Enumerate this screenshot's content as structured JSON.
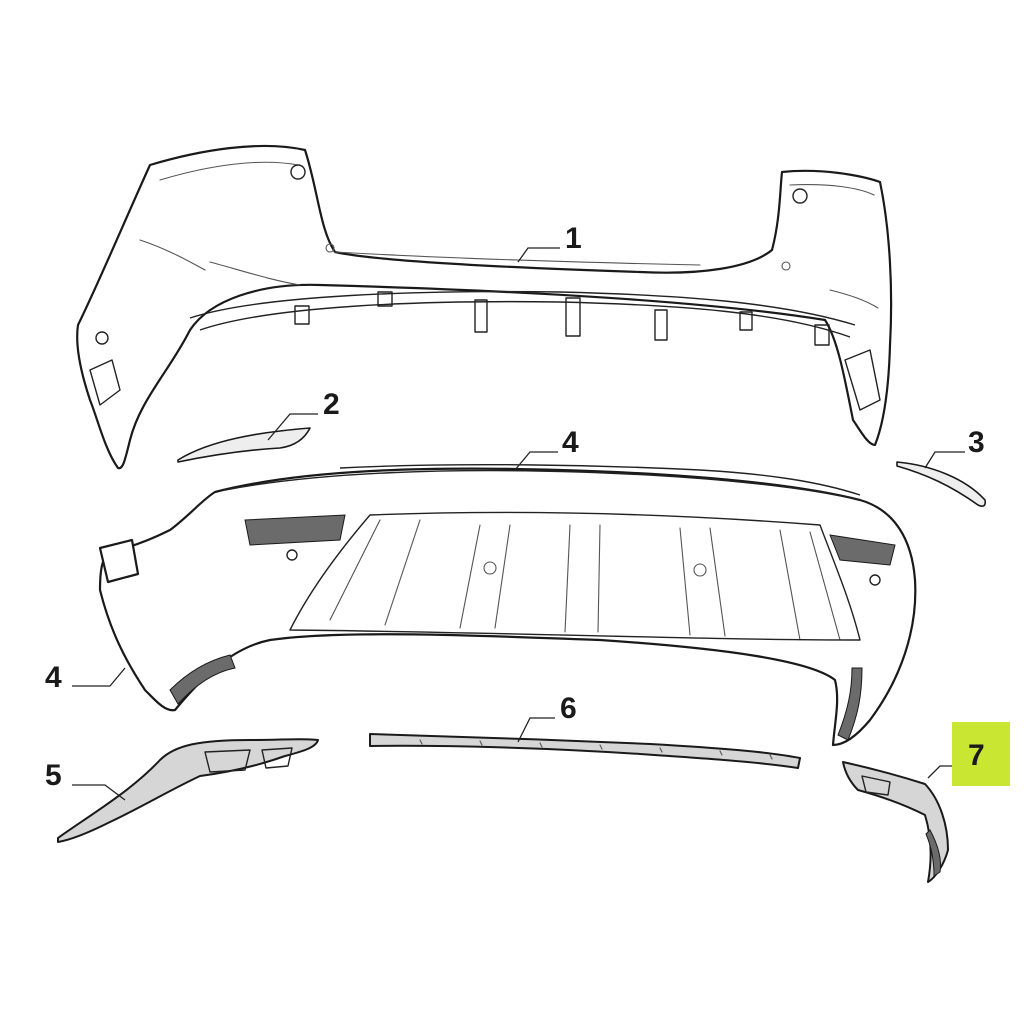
{
  "diagram": {
    "callouts": [
      {
        "id": "c1",
        "label": "1"
      },
      {
        "id": "c2",
        "label": "2"
      },
      {
        "id": "c3",
        "label": "3"
      },
      {
        "id": "c4a",
        "label": "4"
      },
      {
        "id": "c4b",
        "label": "4"
      },
      {
        "id": "c5",
        "label": "5"
      },
      {
        "id": "c6",
        "label": "6"
      },
      {
        "id": "c7",
        "label": "7",
        "highlighted": true
      }
    ],
    "highlight_color": "#c8e632"
  }
}
